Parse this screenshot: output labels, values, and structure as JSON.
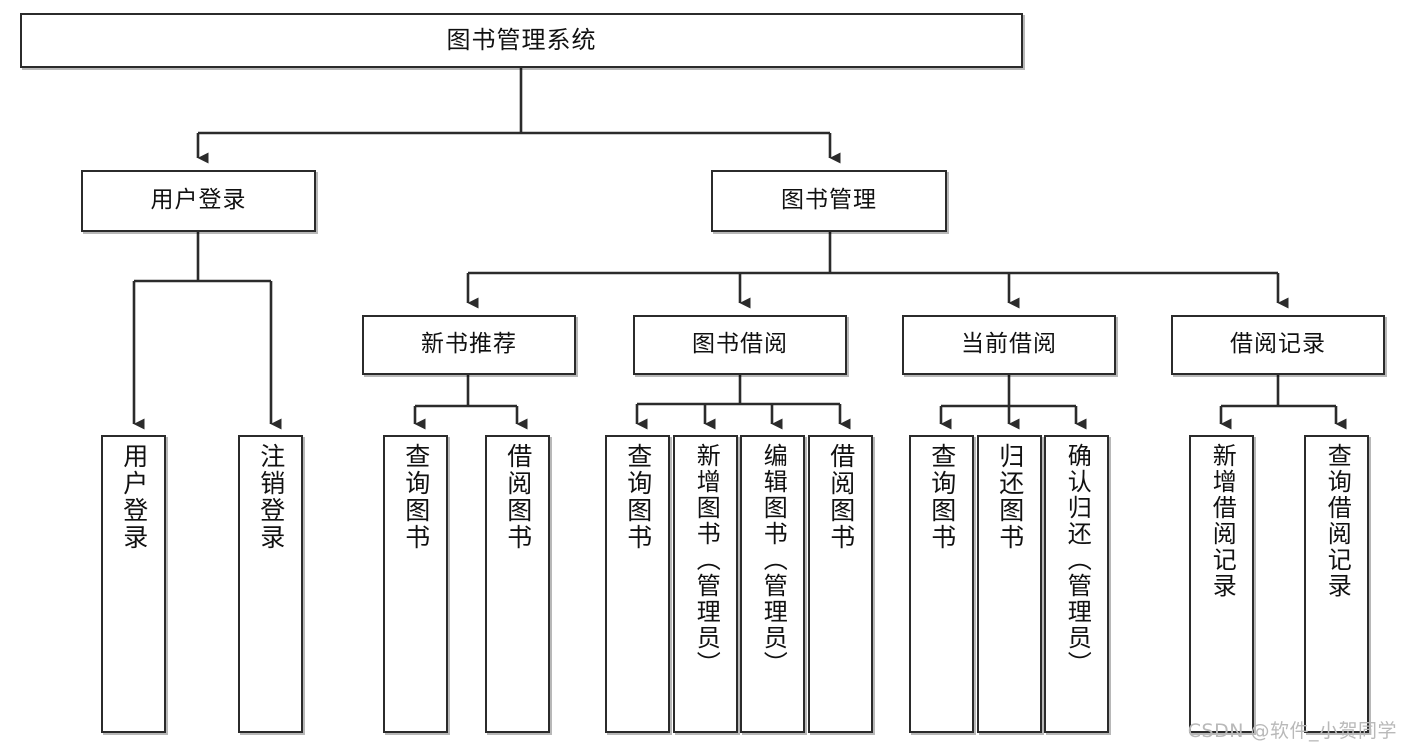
{
  "diagram": {
    "title": "图书管理系统",
    "type": "tree",
    "stroke_color": "#2b2b2b",
    "fill_color": "#ffffff",
    "text_color": "#111111",
    "watermark": "CSDN @软件_小贺同学",
    "root": {
      "label": "图书管理系统"
    },
    "level2": [
      {
        "id": "user-login",
        "label": "用户登录"
      },
      {
        "id": "book-manage",
        "label": "图书管理"
      }
    ],
    "level3": [
      {
        "id": "new-book-recommend",
        "label": "新书推荐",
        "parent": "book-manage"
      },
      {
        "id": "book-borrow",
        "label": "图书借阅",
        "parent": "book-manage"
      },
      {
        "id": "current-borrow",
        "label": "当前借阅",
        "parent": "book-manage"
      },
      {
        "id": "borrow-record",
        "label": "借阅记录",
        "parent": "book-manage"
      }
    ],
    "leaves": [
      {
        "id": "leaf-user-login",
        "label": "用户登录",
        "parent": "user-login"
      },
      {
        "id": "leaf-logout-login",
        "label": "注销登录",
        "parent": "user-login"
      },
      {
        "id": "leaf-query-book-1",
        "label": "查询图书",
        "parent": "new-book-recommend"
      },
      {
        "id": "leaf-borrow-book-1",
        "label": "借阅图书",
        "parent": "new-book-recommend"
      },
      {
        "id": "leaf-query-book-2",
        "label": "查询图书",
        "parent": "book-borrow"
      },
      {
        "id": "leaf-add-book",
        "label": "新增图书（管理员）",
        "parent": "book-borrow"
      },
      {
        "id": "leaf-edit-book",
        "label": "编辑图书（管理员）",
        "parent": "book-borrow"
      },
      {
        "id": "leaf-borrow-book-2",
        "label": "借阅图书",
        "parent": "book-borrow"
      },
      {
        "id": "leaf-query-book-3",
        "label": "查询图书",
        "parent": "current-borrow"
      },
      {
        "id": "leaf-return-book",
        "label": "归还图书",
        "parent": "current-borrow"
      },
      {
        "id": "leaf-confirm-return",
        "label": "确认归还（管理员）",
        "parent": "current-borrow"
      },
      {
        "id": "leaf-add-record",
        "label": "新增借阅记录",
        "parent": "borrow-record"
      },
      {
        "id": "leaf-query-record",
        "label": "查询借阅记录",
        "parent": "borrow-record"
      }
    ]
  }
}
